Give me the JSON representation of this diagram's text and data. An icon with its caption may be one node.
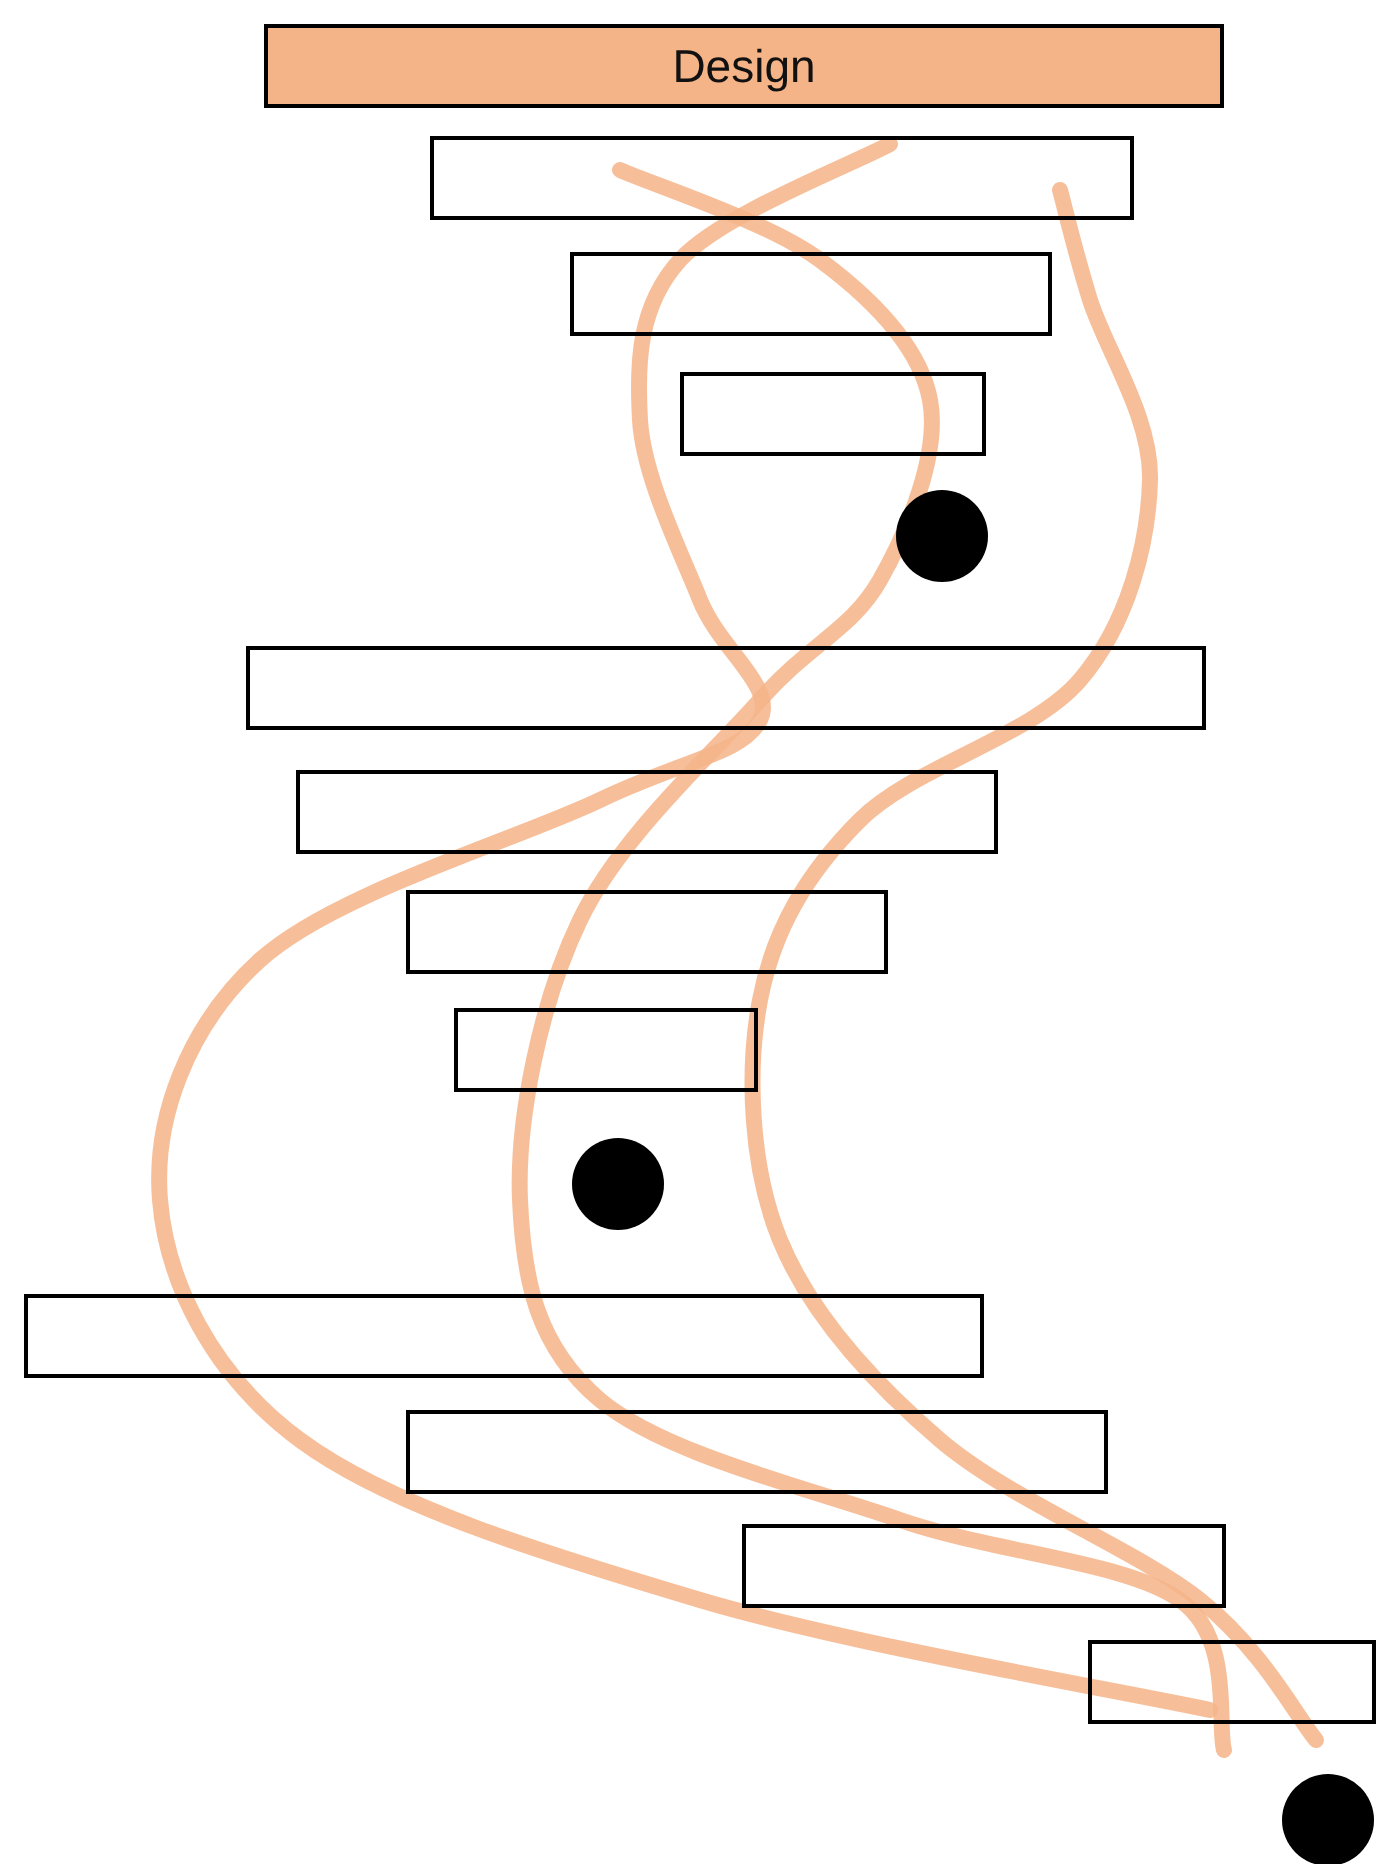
{
  "diagram": {
    "nodes": [
      {
        "text": [
          "Design"
        ]
      },
      {
        "text": [],
        "shape": "bar"
      },
      {
        "text": [],
        "shape": "bar"
      },
      {
        "text": [],
        "shape": "bar"
      },
      {
        "text": [],
        "shape": "circle"
      },
      {
        "text": [],
        "shape": "bar"
      },
      {
        "text": [],
        "shape": "bar"
      },
      {
        "text": [],
        "shape": "bar"
      },
      {
        "text": [],
        "shape": "bar"
      },
      {
        "text": [],
        "shape": "circle"
      },
      {
        "text": [],
        "shape": "bar"
      },
      {
        "text": [],
        "shape": "bar"
      },
      {
        "text": [],
        "shape": "bar"
      },
      {
        "text": [],
        "shape": "bar"
      },
      {
        "text": [],
        "shape": "circle"
      }
    ],
    "edges": []
  }
}
